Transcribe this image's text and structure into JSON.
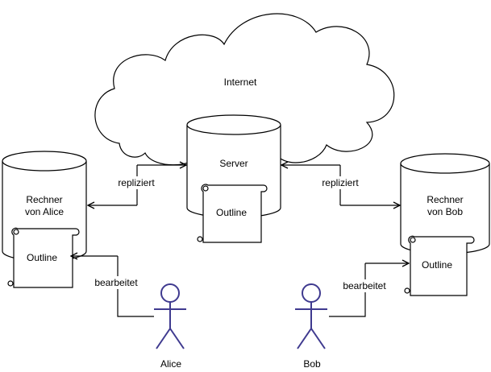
{
  "diagram": {
    "internet_label": "Internet",
    "server": {
      "label": "Server",
      "doc_label": "Outline"
    },
    "alice_computer": {
      "label_line1": "Rechner",
      "label_line2": "von Alice",
      "doc_label": "Outline"
    },
    "bob_computer": {
      "label_line1": "Rechner",
      "label_line2": "von Bob",
      "doc_label": "Outline"
    },
    "edges": {
      "replicate_left": "repliziert",
      "replicate_right": "repliziert",
      "edit_alice": "bearbeitet",
      "edit_bob": "bearbeitet"
    },
    "actors": {
      "alice": "Alice",
      "bob": "Bob"
    },
    "colors": {
      "actor_stroke": "#3f3a8f",
      "line": "#000000",
      "fill": "#ffffff"
    }
  }
}
